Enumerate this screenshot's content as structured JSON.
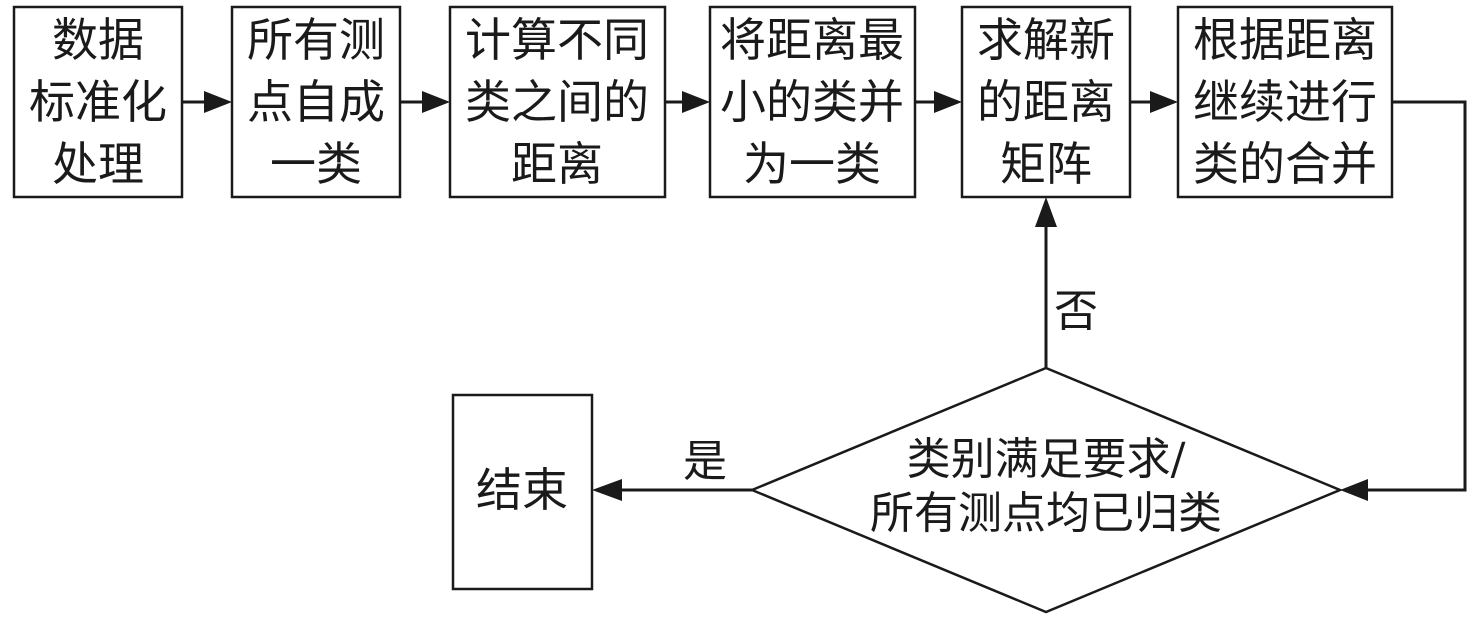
{
  "steps": {
    "s1": [
      "数据",
      "标准化",
      "处理"
    ],
    "s2": [
      "所有测",
      "点自成",
      "一类"
    ],
    "s3": [
      "计算不同",
      "类之间的",
      "距离"
    ],
    "s4": [
      "将距离最",
      "小的类并",
      "为一类"
    ],
    "s5": [
      "求解新",
      "的距离",
      "矩阵"
    ],
    "s6": [
      "根据距离",
      "继续进行",
      "类的合并"
    ]
  },
  "decision": [
    "类别满足要求/",
    "所有测点均已归类"
  ],
  "end": "结束",
  "labels": {
    "yes": "是",
    "no": "否"
  }
}
